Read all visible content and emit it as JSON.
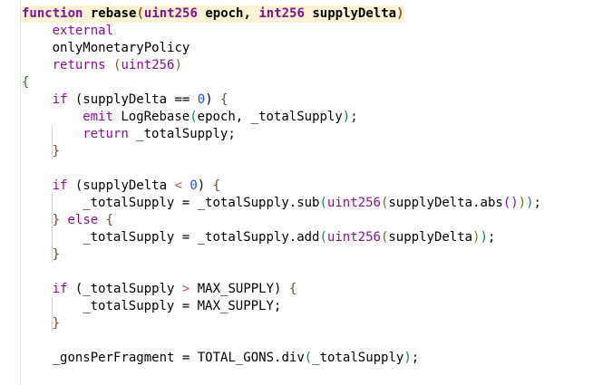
{
  "editor": {
    "language": "Solidity",
    "colors": {
      "background": "#ffffff",
      "current_line": "#fcf3d4",
      "keyword": "#871094",
      "number": "#1750eb",
      "plain": "#000000"
    },
    "lines": [
      {
        "tokens": [
          {
            "t": "function",
            "c": "t-kw purple bold"
          },
          {
            "t": " ",
            "c": "t-id"
          },
          {
            "t": "rebase",
            "c": "t-fn bold"
          },
          {
            "t": "(",
            "c": "t-paren brown bold"
          },
          {
            "t": "uint256",
            "c": "t-type bold"
          },
          {
            "t": " epoch, ",
            "c": "t-id bold"
          },
          {
            "t": "int256",
            "c": "t-type bold"
          },
          {
            "t": " supplyDelta",
            "c": "t-id bold"
          },
          {
            "t": ")",
            "c": "t-paren brown bold"
          }
        ],
        "current": true
      },
      {
        "indent": 1,
        "tokens": [
          {
            "t": "external",
            "c": "t-kw purple"
          }
        ]
      },
      {
        "indent": 1,
        "tokens": [
          {
            "t": "onlyMonetaryPolicy",
            "c": "t-id"
          }
        ]
      },
      {
        "indent": 1,
        "tokens": [
          {
            "t": "returns",
            "c": "t-kw purple"
          },
          {
            "t": " ",
            "c": "t-id"
          },
          {
            "t": "(",
            "c": "t-paren brown"
          },
          {
            "t": "uint256",
            "c": "t-type"
          },
          {
            "t": ")",
            "c": "t-paren brown"
          }
        ]
      },
      {
        "tokens": [
          {
            "t": "{",
            "c": "t-brace green"
          }
        ]
      },
      {
        "indent": 1,
        "tokens": [
          {
            "t": "if",
            "c": "t-kw purple"
          },
          {
            "t": " (supplyDelta == ",
            "c": "t-id"
          },
          {
            "t": "0",
            "c": "t-num"
          },
          {
            "t": ") ",
            "c": "t-id"
          },
          {
            "t": "{",
            "c": "t-brace"
          }
        ]
      },
      {
        "indent": 2,
        "tokens": [
          {
            "t": "emit",
            "c": "t-kw purple"
          },
          {
            "t": " LogRebase",
            "c": "t-id"
          },
          {
            "t": "(",
            "c": "t-paren teal"
          },
          {
            "t": "epoch, _totalSupply",
            "c": "t-id"
          },
          {
            "t": ")",
            "c": "t-paren teal"
          },
          {
            "t": ";",
            "c": "t-punc"
          }
        ]
      },
      {
        "indent": 2,
        "tokens": [
          {
            "t": "return",
            "c": "t-kw purple"
          },
          {
            "t": " _totalSupply;",
            "c": "t-id"
          }
        ]
      },
      {
        "indent": 1,
        "tokens": [
          {
            "t": "}",
            "c": "t-brace"
          }
        ]
      },
      {
        "tokens": []
      },
      {
        "indent": 1,
        "tokens": [
          {
            "t": "if",
            "c": "t-kw purple"
          },
          {
            "t": " (supplyDelta ",
            "c": "t-id"
          },
          {
            "t": "<",
            "c": "t-op red"
          },
          {
            "t": " ",
            "c": "t-id"
          },
          {
            "t": "0",
            "c": "t-num"
          },
          {
            "t": ") ",
            "c": "t-id"
          },
          {
            "t": "{",
            "c": "t-brace"
          }
        ]
      },
      {
        "indent": 2,
        "tokens": [
          {
            "t": "_totalSupply = _totalSupply.sub",
            "c": "t-id"
          },
          {
            "t": "(",
            "c": "t-paren teal"
          },
          {
            "t": "uint256",
            "c": "t-type"
          },
          {
            "t": "(",
            "c": "t-paren olive"
          },
          {
            "t": "supplyDelta.abs",
            "c": "t-id"
          },
          {
            "t": "()",
            "c": "t-paren purple"
          },
          {
            "t": ")",
            "c": "t-paren olive"
          },
          {
            "t": ")",
            "c": "t-paren teal"
          },
          {
            "t": ";",
            "c": "t-punc"
          }
        ]
      },
      {
        "indent": 1,
        "tokens": [
          {
            "t": "}",
            "c": "t-brace"
          },
          {
            "t": " ",
            "c": "t-id"
          },
          {
            "t": "else",
            "c": "t-kw purple"
          },
          {
            "t": " ",
            "c": "t-id"
          },
          {
            "t": "{",
            "c": "t-brace"
          }
        ]
      },
      {
        "indent": 2,
        "tokens": [
          {
            "t": "_totalSupply = _totalSupply.add",
            "c": "t-id"
          },
          {
            "t": "(",
            "c": "t-paren teal"
          },
          {
            "t": "uint256",
            "c": "t-type"
          },
          {
            "t": "(",
            "c": "t-paren olive"
          },
          {
            "t": "supplyDelta",
            "c": "t-id"
          },
          {
            "t": ")",
            "c": "t-paren olive"
          },
          {
            "t": ")",
            "c": "t-paren teal"
          },
          {
            "t": ";",
            "c": "t-punc"
          }
        ]
      },
      {
        "indent": 1,
        "tokens": [
          {
            "t": "}",
            "c": "t-brace"
          }
        ]
      },
      {
        "tokens": []
      },
      {
        "indent": 1,
        "tokens": [
          {
            "t": "if",
            "c": "t-kw purple"
          },
          {
            "t": " (_totalSupply ",
            "c": "t-id"
          },
          {
            "t": ">",
            "c": "t-op red"
          },
          {
            "t": " MAX_SUPPLY) ",
            "c": "t-id"
          },
          {
            "t": "{",
            "c": "t-brace"
          }
        ]
      },
      {
        "indent": 2,
        "tokens": [
          {
            "t": "_totalSupply = MAX_SUPPLY;",
            "c": "t-id"
          }
        ]
      },
      {
        "indent": 1,
        "tokens": [
          {
            "t": "}",
            "c": "t-brace"
          }
        ]
      },
      {
        "tokens": []
      },
      {
        "indent": 1,
        "tokens": [
          {
            "t": "_gonsPerFragment = TOTAL_GONS.div",
            "c": "t-id"
          },
          {
            "t": "(",
            "c": "t-paren teal"
          },
          {
            "t": "_totalSupply",
            "c": "t-id"
          },
          {
            "t": ")",
            "c": "t-paren teal"
          },
          {
            "t": ";",
            "c": "t-punc"
          }
        ]
      }
    ]
  }
}
